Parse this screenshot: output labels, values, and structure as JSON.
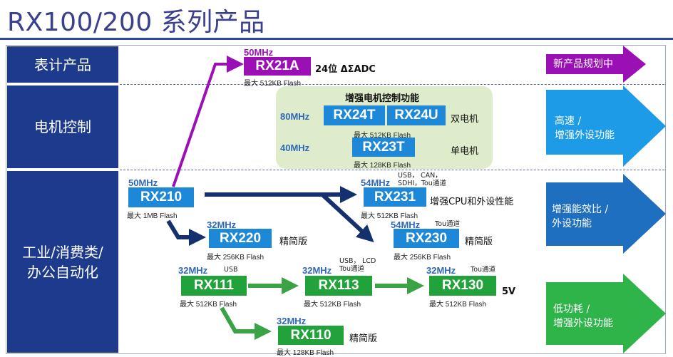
{
  "title": "RX100/200 系列产品",
  "categories": {
    "meter": "表计产品",
    "motor": "电机控制",
    "industrial_line1": "工业/消费类/",
    "industrial_line2": "办公自动化"
  },
  "products": {
    "rx21a": {
      "name": "RX21A",
      "freq": "50MHz",
      "flash": "最大 512KB Flash",
      "note": "24位 ΔΣADC"
    },
    "motor_group": {
      "title": "增强电机控制功能",
      "freq_top": "80MHz",
      "freq_bottom": "40MHz",
      "dual": "双电机",
      "single": "单电机"
    },
    "rx24t": {
      "name": "RX24T"
    },
    "rx24u": {
      "name": "RX24U",
      "flash": "最大 512KB Flash"
    },
    "rx23t": {
      "name": "RX23T",
      "flash": "最大 128KB Flash"
    },
    "rx210": {
      "name": "RX210",
      "freq": "50MHz",
      "flash": "最大 1MB Flash"
    },
    "rx231": {
      "name": "RX231",
      "freq": "54MHz",
      "flash": "最大 512KB Flash",
      "feat1": "USB， CAN，",
      "feat2": "SDHI，Tou通道",
      "note": "增强CPU和外设性能"
    },
    "rx220": {
      "name": "RX220",
      "freq": "32MHz",
      "flash": "最大 256KB Flash",
      "note": "精简版"
    },
    "rx230": {
      "name": "RX230",
      "freq": "54MHz",
      "flash": "最大 256KB Flash",
      "feat": "Tou通道",
      "note": "精简版"
    },
    "rx111": {
      "name": "RX111",
      "freq": "32MHz",
      "flash": "最大 512KB Flash",
      "feat": "USB"
    },
    "rx113": {
      "name": "RX113",
      "freq": "32MHz",
      "flash": "最大 512KB Flash",
      "feat1": "USB， LCD",
      "feat2": "Tou通道"
    },
    "rx130": {
      "name": "RX130",
      "freq": "32MHz",
      "flash": "最大 512KB Flash",
      "feat": "Tou通道",
      "note": "5V"
    },
    "rx110": {
      "name": "RX110",
      "freq": "32MHz",
      "flash": "最大 128KB Flash",
      "note": "精简版"
    }
  },
  "trends": {
    "purple": "新产品规划中",
    "lightblue_1": "高速 /",
    "lightblue_2": "增强外设功能",
    "darkblue_1": "增强能效比 /",
    "darkblue_2": "外设功能",
    "green_1": "低功耗 /",
    "green_2": "增强外设功能"
  },
  "colors": {
    "category_bg": "#1d3a8c",
    "chip_blue": "#1e88d8",
    "chip_green": "#22a23a",
    "chip_purple": "#9b10b4",
    "arrow_purple": "#9b10b4",
    "arrow_lightblue": "#1e9be6",
    "arrow_darkblue": "#1f6fc0",
    "arrow_green": "#2fb44a",
    "flow_navy": "#15306e",
    "flow_green": "#3aa346"
  }
}
